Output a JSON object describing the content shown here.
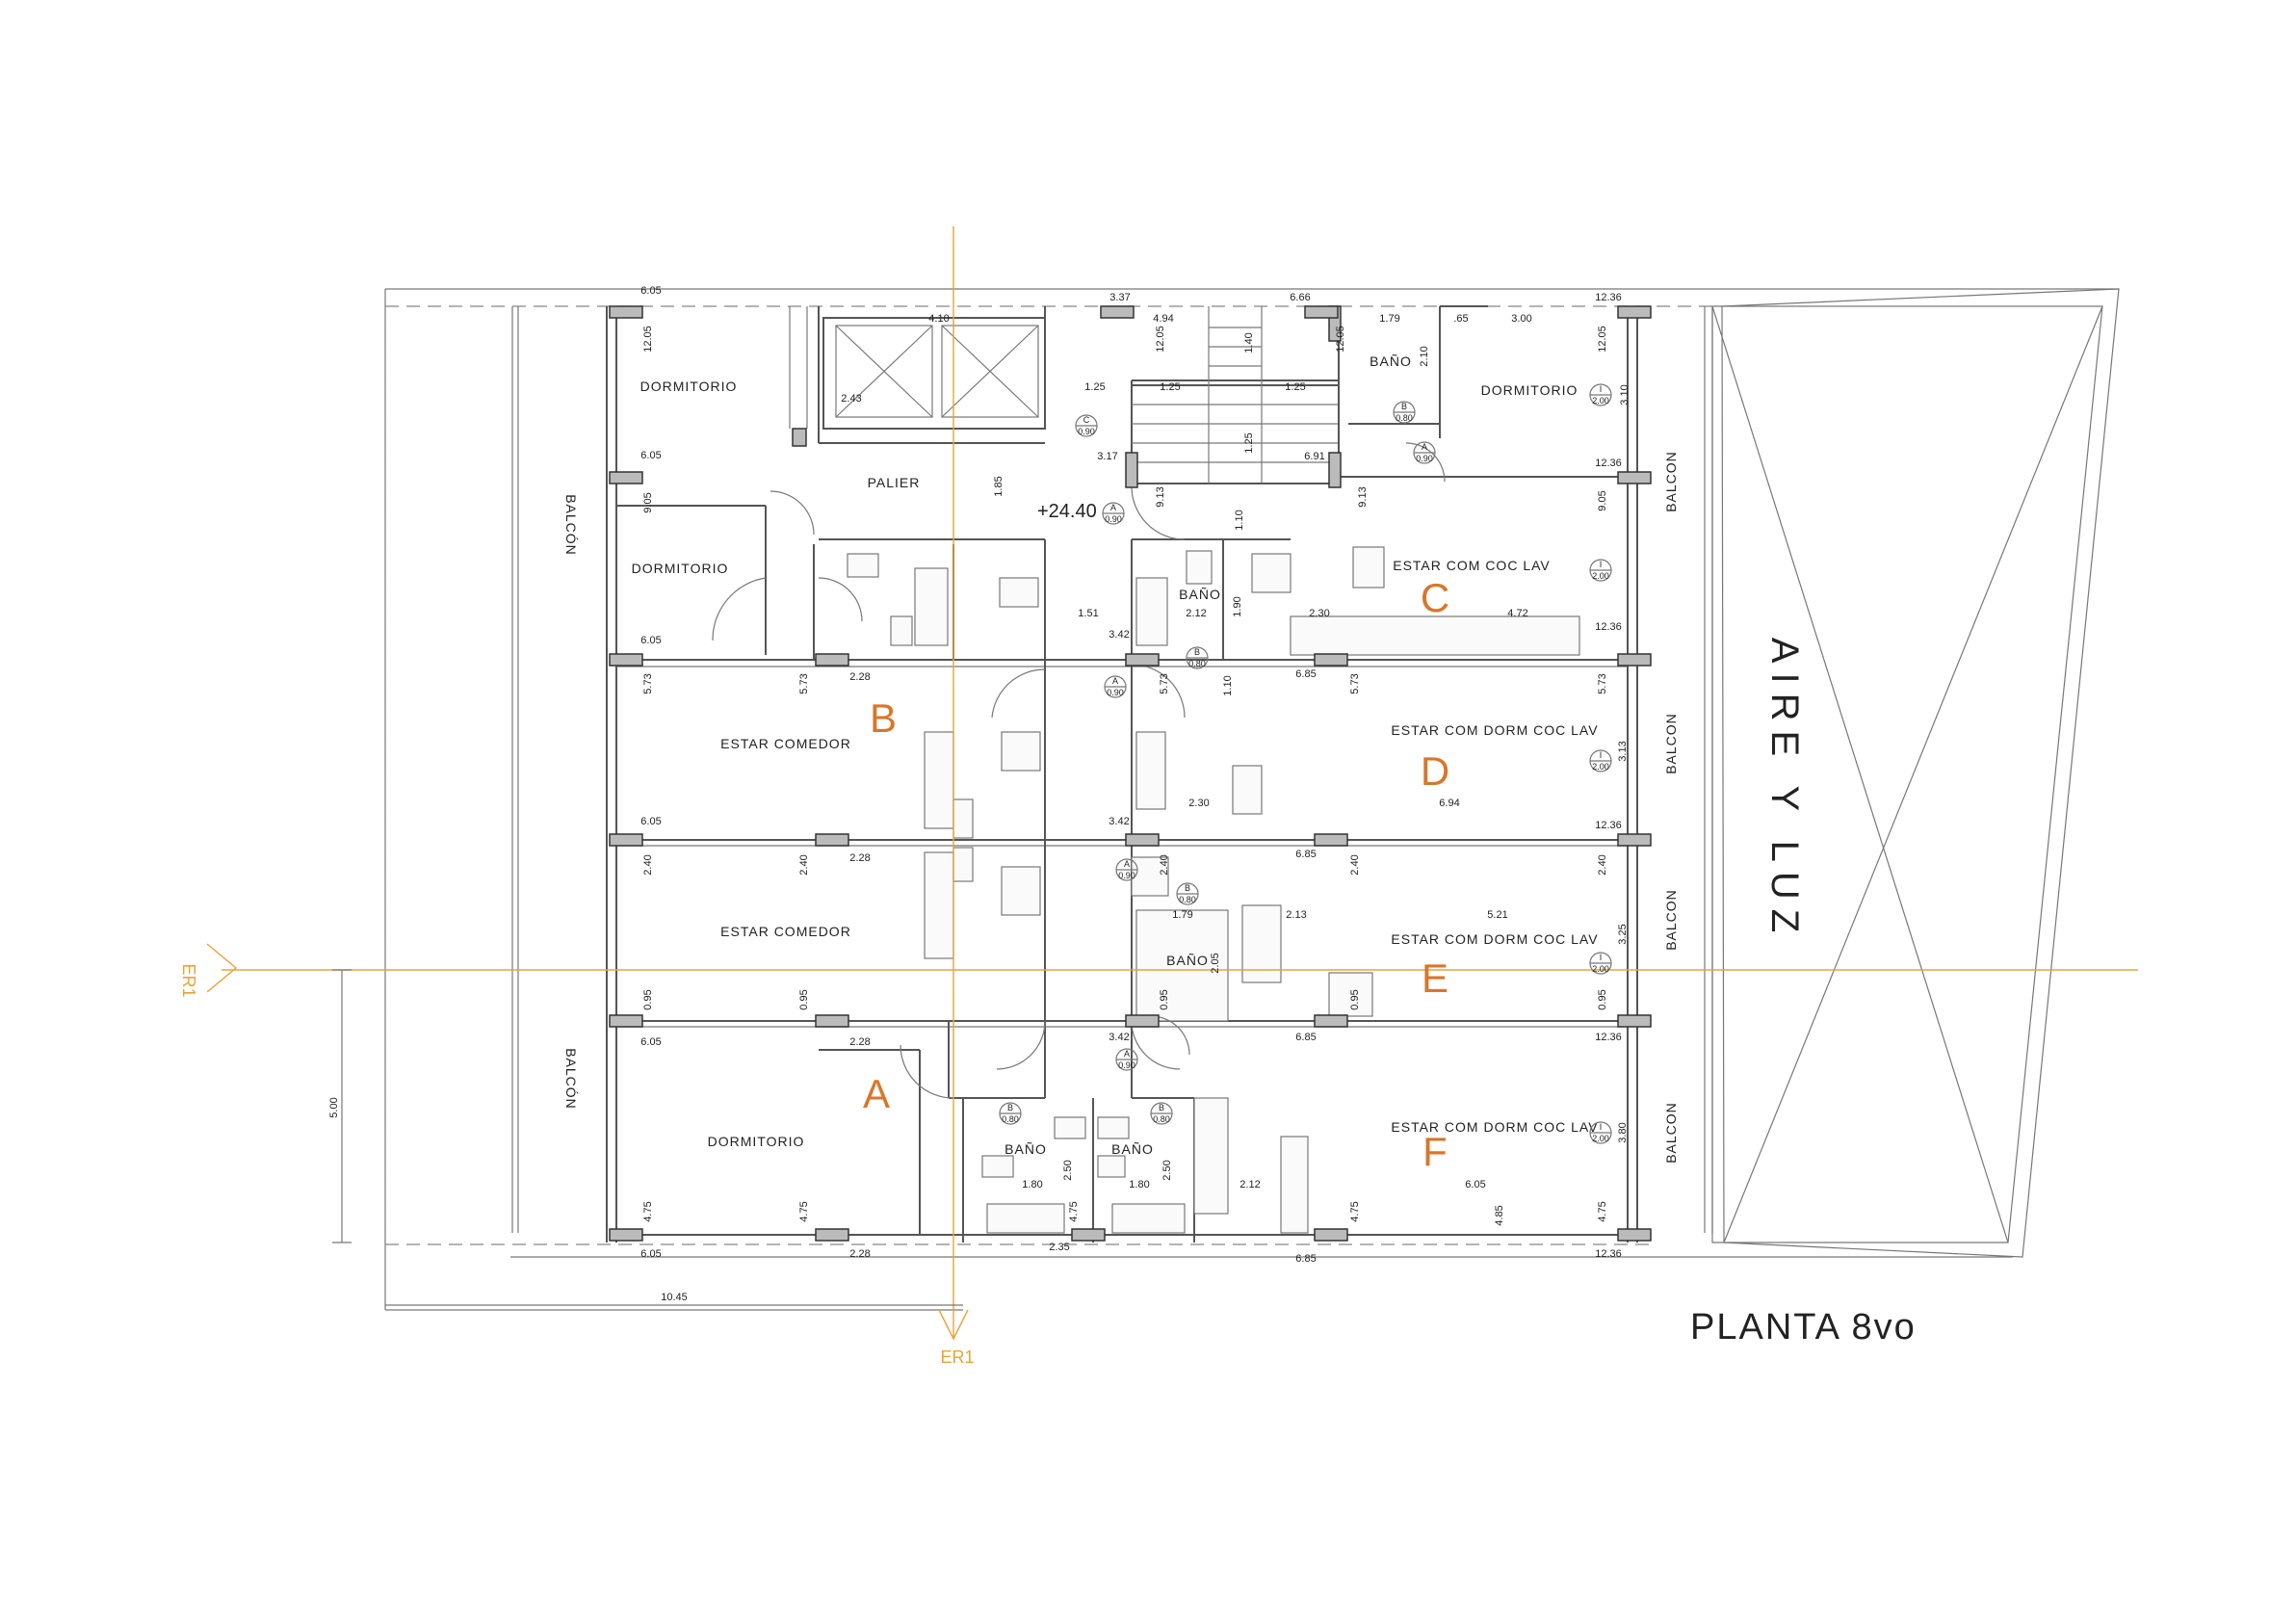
{
  "title": "PLANTA  8vo",
  "patio_label": "AIRE  Y  LUZ",
  "level": "+24.40",
  "section_marks": [
    "ER1",
    "ER1"
  ],
  "units": [
    "A",
    "B",
    "C",
    "D",
    "E",
    "F"
  ],
  "rooms": {
    "dormitorio": "DORMITORIO",
    "estar_comedor": "ESTAR  COMEDOR",
    "palier": "PALIER",
    "bano": "BAÑO",
    "balcon_accent": "BALCÓN",
    "balcon": "BALCON",
    "estar_com_coc_lav": "ESTAR  COM  COC  LAV",
    "estar_com_dorm_coc_lav": "ESTAR  COM  DORM  COC  LAV"
  },
  "door_tags": {
    "a": "A",
    "b": "B",
    "c": "C",
    "i": "I",
    "w090": "0.90",
    "w080": "0.80",
    "w200": "2.00"
  },
  "dims": {
    "d0605": "6.05",
    "d1205": "12.05",
    "d0905": "9.05",
    "d0573": "5.73",
    "d0240": "2.40",
    "d0095": "0.95",
    "d0475": "4.75",
    "d0485": "4.85",
    "d0228": "2.28",
    "d0337": "3.37",
    "d0666": "6.66",
    "d1236": "12.36",
    "d0410": "4.10",
    "d0494": "4.94",
    "d0179": "1.79",
    "d065": ".65",
    "d0300": "3.00",
    "d0243": "2.43",
    "d0125": "1.25",
    "d0140": "1.40",
    "d0210": "2.10",
    "d0317": "3.17",
    "d0691": "6.91",
    "d0913": "9.13",
    "d0185": "1.85",
    "d0110": "1.10",
    "d0151": "1.51",
    "d0212": "2.12",
    "d0190": "1.90",
    "d0230": "2.30",
    "d0472": "4.72",
    "d0342": "3.42",
    "d0685": "6.85",
    "d0313": "3.13",
    "d0694": "6.94",
    "d0213": "2.13",
    "d0521": "5.21",
    "d0325": "3.25",
    "d0205": "2.05",
    "d0180": "1.80",
    "d0250": "2.50",
    "d0235": "2.35",
    "d0380": "3.80",
    "d1045": "10.45",
    "d0500": "5.00",
    "d0310": "3.10"
  }
}
